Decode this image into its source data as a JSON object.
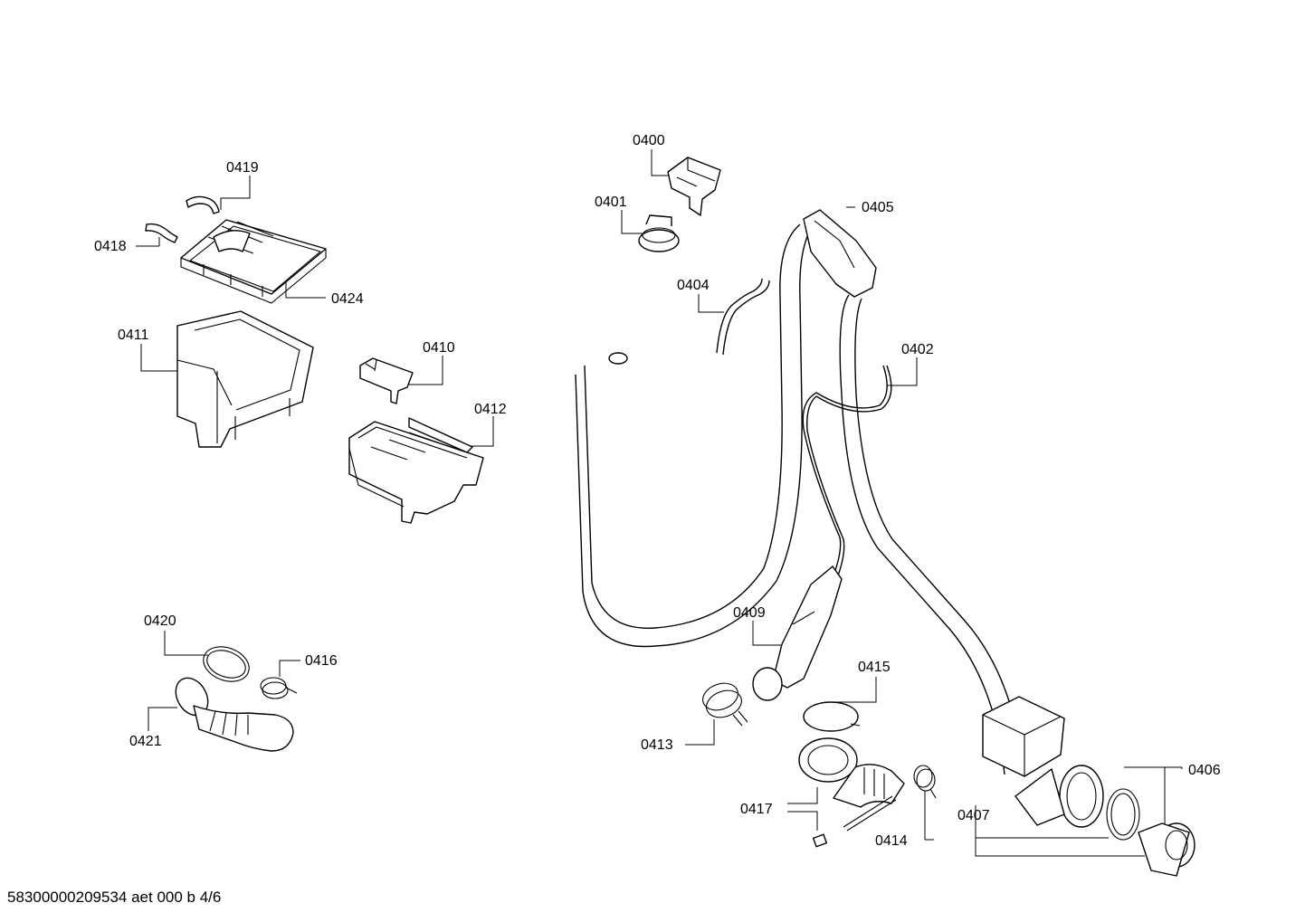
{
  "labels": {
    "p0400": "0400",
    "p0401": "0401",
    "p0402": "0402",
    "p0404": "0404",
    "p0405": "0405",
    "p0406": "0406",
    "p0407": "0407",
    "p0409": "0409",
    "p0410": "0410",
    "p0411": "0411",
    "p0412": "0412",
    "p0413": "0413",
    "p0414": "0414",
    "p0415": "0415",
    "p0416": "0416",
    "p0417": "0417",
    "p0418": "0418",
    "p0419": "0419",
    "p0420": "0420",
    "p0421": "0421",
    "p0424": "0424"
  },
  "footer": "58300000209534 aet 000 b 4/6"
}
